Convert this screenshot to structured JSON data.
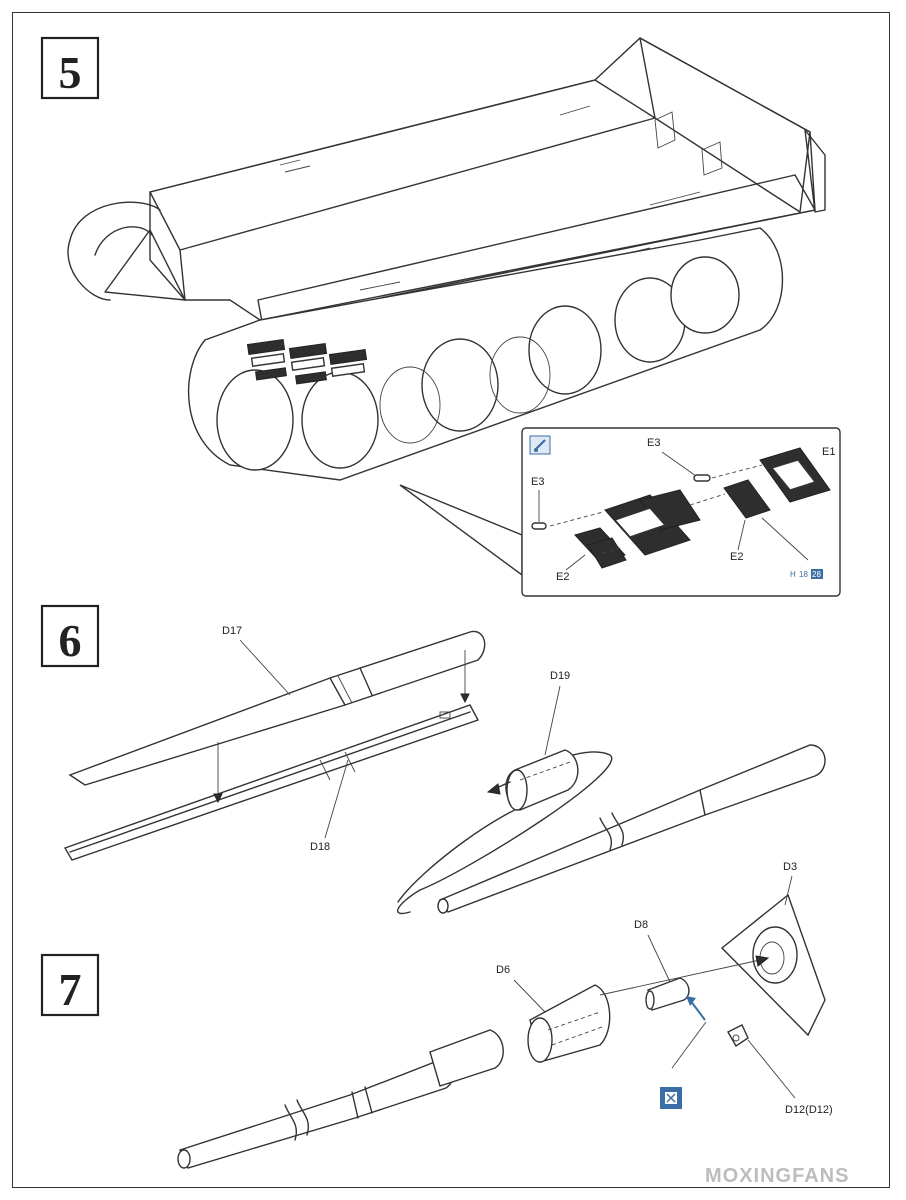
{
  "steps": [
    {
      "number": "5"
    },
    {
      "number": "6"
    },
    {
      "number": "7"
    }
  ],
  "step5": {
    "labels": {
      "e1": "E1",
      "e3_top": "E3",
      "e3_left": "E3",
      "e2_left": "E2",
      "e2_right": "E2"
    },
    "page_ref": {
      "prefix": "H",
      "page_a": "18",
      "page_b": "28"
    }
  },
  "step6": {
    "labels": {
      "d17": "D17",
      "d18": "D18",
      "d19": "D19"
    }
  },
  "step7": {
    "labels": {
      "d6": "D6",
      "d8": "D8",
      "d3": "D3",
      "d12": "D12(D12)"
    }
  },
  "icons": {
    "glue": "glue-brush-icon",
    "sanding": "sanding-icon"
  },
  "colors": {
    "accent": "#3a6ea5",
    "line": "#333333"
  },
  "watermark": "MOXINGFANS"
}
